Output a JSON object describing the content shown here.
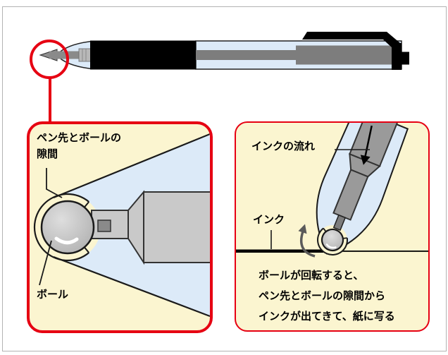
{
  "colors": {
    "accent_red": "#E60012",
    "panel_background": "#FBF5D0",
    "pen_body_blue": "#DCEAF8",
    "refill_gray": "#7D7D7D",
    "tip_metal_gray": "#C9C9C9",
    "paper_ink_black": "#000000"
  },
  "icons": {
    "callout": "magnification-callout-circle",
    "ink_flow_arrow": "down-arrow-icon",
    "rotation_arrow": "counterclockwise-rotation-arrow"
  },
  "left_panel": {
    "gap_label_line1": "ペン先とボールの",
    "gap_label_line2": "隙間",
    "ball_label": "ボール"
  },
  "right_panel": {
    "ink_flow_label": "インクの流れ",
    "ink_label": "インク",
    "caption_lines": [
      "ボールが回転すると、",
      "ペン先とボールの隙間から",
      "インクが出てきて、紙に写る"
    ]
  }
}
